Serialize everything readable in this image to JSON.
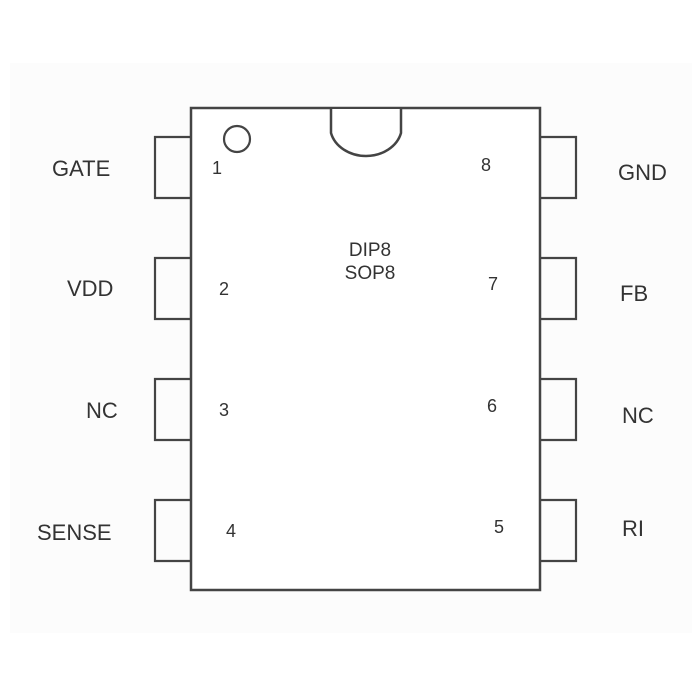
{
  "diagram": {
    "type": "ic-pinout",
    "package_labels": [
      "DIP8",
      "SOP8"
    ],
    "pins": [
      {
        "number": "1",
        "name": "GATE",
        "side": "left"
      },
      {
        "number": "2",
        "name": "VDD",
        "side": "left"
      },
      {
        "number": "3",
        "name": "NC",
        "side": "left"
      },
      {
        "number": "4",
        "name": "SENSE",
        "side": "left"
      },
      {
        "number": "5",
        "name": "RI",
        "side": "right"
      },
      {
        "number": "6",
        "name": "NC",
        "side": "right"
      },
      {
        "number": "7",
        "name": "FB",
        "side": "right"
      },
      {
        "number": "8",
        "name": "GND",
        "side": "right"
      }
    ],
    "line_color": "#444444"
  }
}
